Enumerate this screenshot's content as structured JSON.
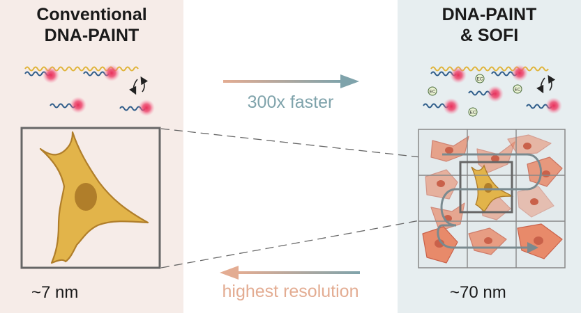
{
  "left": {
    "title_line1": "Conventional",
    "title_line2": "DNA-PAINT",
    "resolution": "~7 nm"
  },
  "right": {
    "title_line1": "DNA-PAINT",
    "title_line2": "& SOFI",
    "resolution": "~70 nm",
    "ec_label": "EC"
  },
  "middle": {
    "speed_label": "300x faster",
    "resolution_label": "highest resolution"
  },
  "colors": {
    "left_bg": "#f6ece8",
    "right_bg": "#e7eef0",
    "docking_strand": "#e0b43a",
    "imager_strand": "#2f5d8a",
    "fluorophore": "#e8305a",
    "cell_fill": "#e2b44a",
    "cell_nucleus": "#b07e2a",
    "orange_cell": "#e88a6a",
    "frame": "#666666",
    "arrow_speed": "#7fa3ab",
    "arrow_resolution": "#e3ac92"
  }
}
